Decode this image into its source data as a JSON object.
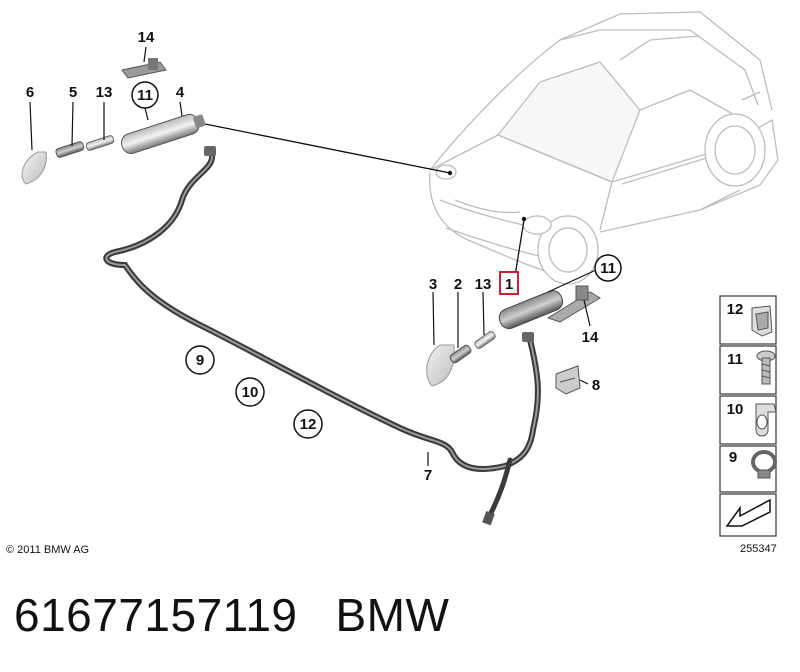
{
  "labels": {
    "l14a": "14",
    "l6": "6",
    "l5": "5",
    "l13a": "13",
    "l11a": "11",
    "l4": "4",
    "l3": "3",
    "l2": "2",
    "l13b": "13",
    "l1": "1",
    "l11b": "11",
    "l14b": "14",
    "l8": "8",
    "l9": "9",
    "l10": "10",
    "l12": "12",
    "l7": "7"
  },
  "legend": [
    {
      "num": "12",
      "icon": "clip-icon"
    },
    {
      "num": "11",
      "icon": "screw-icon"
    },
    {
      "num": "10",
      "icon": "open-clamp-icon"
    },
    {
      "num": "9",
      "icon": "hose-clamp-icon"
    },
    {
      "num": "",
      "icon": "arrow-icon"
    }
  ],
  "copyright": "© 2011 BMW AG",
  "diagram_ref": "255347",
  "caption": {
    "part_number": "61677157119",
    "brand": "BMW"
  },
  "colors": {
    "highlight": "#d0021b",
    "part": "#555555"
  }
}
